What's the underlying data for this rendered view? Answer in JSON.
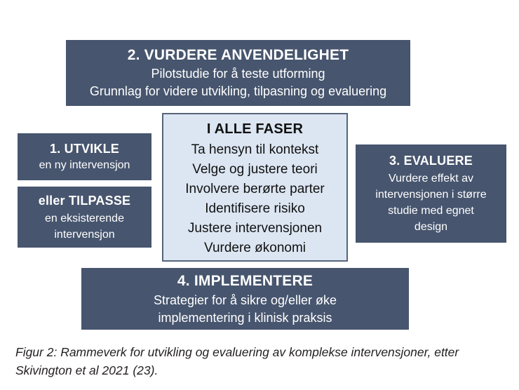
{
  "figure": {
    "colors": {
      "box_fill_dark": "#47556e",
      "box_fill_light": "#dce6f2",
      "box_border_light": "#56647c",
      "text_on_dark": "#ffffff",
      "text_on_light": "#111111",
      "caption_text": "#231f20",
      "page_background": "#ffffff"
    },
    "boxes": {
      "assess": {
        "title": "2. VURDERE ANVENDELIGHET",
        "lines": [
          "Pilotstudie for å teste utforming",
          "Grunnlag for videre utvikling, tilpasning og evaluering"
        ]
      },
      "develop": {
        "title": "1. UTVIKLE",
        "lines": [
          "en ny intervensjon"
        ]
      },
      "adapt": {
        "title": "eller TILPASSE",
        "lines": [
          "en eksisterende",
          "intervensjon"
        ]
      },
      "all_phases": {
        "title": "I ALLE FASER",
        "lines": [
          "Ta hensyn til kontekst",
          "Velge og justere teori",
          "Involvere berørte parter",
          "Identifisere risiko",
          "Justere intervensjonen",
          "Vurdere økonomi"
        ]
      },
      "evaluate": {
        "title": "3. EVALUERE",
        "lines": [
          "Vurdere effekt av",
          "intervensjonen i større",
          "studie med egnet",
          "design"
        ]
      },
      "implement": {
        "title": "4. IMPLEMENTERE",
        "lines": [
          "Strategier for å sikre og/eller øke",
          "implementering i klinisk praksis"
        ]
      }
    },
    "caption": {
      "line1": "Figur 2: Rammeverk for utvikling og evaluering av komplekse intervensjoner, etter",
      "line2": "Skivington et al 2021 (23)."
    }
  }
}
